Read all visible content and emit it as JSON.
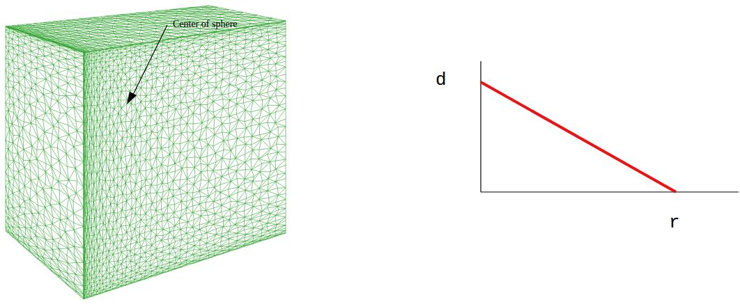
{
  "diagram": {
    "labels": [
      "Center of sphere",
      "d",
      "r"
    ]
  }
}
